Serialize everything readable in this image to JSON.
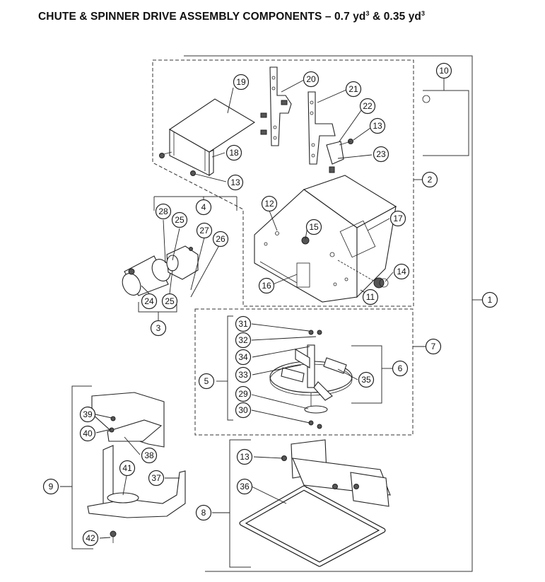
{
  "title": {
    "main": "CHUTE & SPINNER DRIVE ASSEMBLY COMPONENTS – 0.7 yd",
    "sup1": "3",
    "mid": " & 0.35 yd",
    "sup2": "3"
  },
  "callouts": {
    "c1": "1",
    "c2": "2",
    "c3": "3",
    "c4": "4",
    "c5": "5",
    "c6": "6",
    "c7": "7",
    "c8": "8",
    "c9": "9",
    "c10": "10",
    "c11": "11",
    "c12": "12",
    "c13a": "13",
    "c13b": "13",
    "c13c": "13",
    "c14": "14",
    "c15": "15",
    "c16": "16",
    "c17": "17",
    "c18": "18",
    "c19": "19",
    "c20": "20",
    "c21": "21",
    "c22": "22",
    "c23": "23",
    "c24": "24",
    "c25a": "25",
    "c25b": "25",
    "c26": "26",
    "c27": "27",
    "c28": "28",
    "c29": "29",
    "c30": "30",
    "c31": "31",
    "c32": "32",
    "c33": "33",
    "c34": "34",
    "c35": "35",
    "c36": "36",
    "c37": "37",
    "c38": "38",
    "c39": "39",
    "c40": "40",
    "c41": "41",
    "c42": "42"
  }
}
